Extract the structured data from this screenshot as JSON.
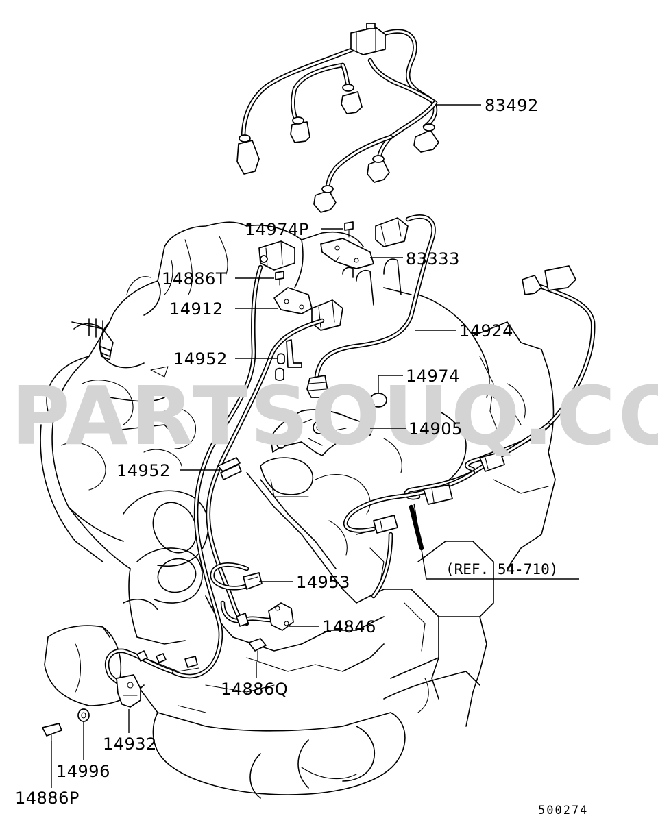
{
  "watermark": "PARTSOUQ.COM",
  "diagram_code": "500274",
  "reference": "(REF. 54-710)",
  "callouts": [
    {
      "id": "83492",
      "label": "83492"
    },
    {
      "id": "14974P",
      "label": "14974P"
    },
    {
      "id": "83333",
      "label": "83333"
    },
    {
      "id": "14886T",
      "label": "14886T"
    },
    {
      "id": "14912",
      "label": "14912"
    },
    {
      "id": "14924",
      "label": "14924"
    },
    {
      "id": "14952a",
      "label": "14952"
    },
    {
      "id": "14974",
      "label": "14974"
    },
    {
      "id": "14905",
      "label": "14905"
    },
    {
      "id": "14952b",
      "label": "14952"
    },
    {
      "id": "14953",
      "label": "14953"
    },
    {
      "id": "14846",
      "label": "14846"
    },
    {
      "id": "14886Q",
      "label": "14886Q"
    },
    {
      "id": "14932",
      "label": "14932"
    },
    {
      "id": "14996",
      "label": "14996"
    },
    {
      "id": "14886P",
      "label": "14886P"
    }
  ]
}
